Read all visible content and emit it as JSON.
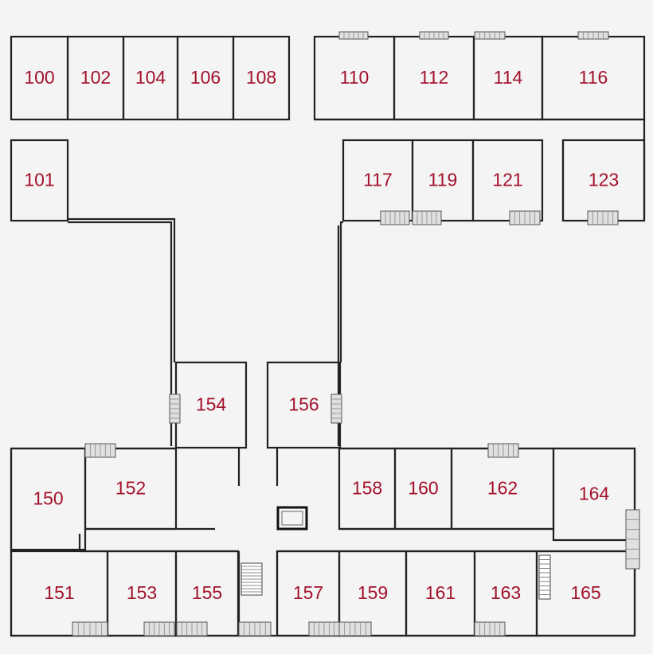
{
  "rooms": [
    {
      "id": "100",
      "label": "100"
    },
    {
      "id": "102",
      "label": "102"
    },
    {
      "id": "104",
      "label": "104"
    },
    {
      "id": "106",
      "label": "106"
    },
    {
      "id": "108",
      "label": "108"
    },
    {
      "id": "110",
      "label": "110"
    },
    {
      "id": "112",
      "label": "112"
    },
    {
      "id": "114",
      "label": "114"
    },
    {
      "id": "116",
      "label": "116"
    },
    {
      "id": "101",
      "label": "101"
    },
    {
      "id": "117",
      "label": "117"
    },
    {
      "id": "119",
      "label": "119"
    },
    {
      "id": "121",
      "label": "121"
    },
    {
      "id": "123",
      "label": "123"
    },
    {
      "id": "154",
      "label": "154"
    },
    {
      "id": "156",
      "label": "156"
    },
    {
      "id": "150",
      "label": "150"
    },
    {
      "id": "152",
      "label": "152"
    },
    {
      "id": "158",
      "label": "158"
    },
    {
      "id": "160",
      "label": "160"
    },
    {
      "id": "162",
      "label": "162"
    },
    {
      "id": "164",
      "label": "164"
    },
    {
      "id": "151",
      "label": "151"
    },
    {
      "id": "153",
      "label": "153"
    },
    {
      "id": "155",
      "label": "155"
    },
    {
      "id": "157",
      "label": "157"
    },
    {
      "id": "159",
      "label": "159"
    },
    {
      "id": "161",
      "label": "161"
    },
    {
      "id": "163",
      "label": "163"
    },
    {
      "id": "165",
      "label": "165"
    }
  ],
  "colors": {
    "label": "#a3122b",
    "wall": "#222222",
    "background": "#f4f4f4",
    "window": "#e0e0e0"
  }
}
